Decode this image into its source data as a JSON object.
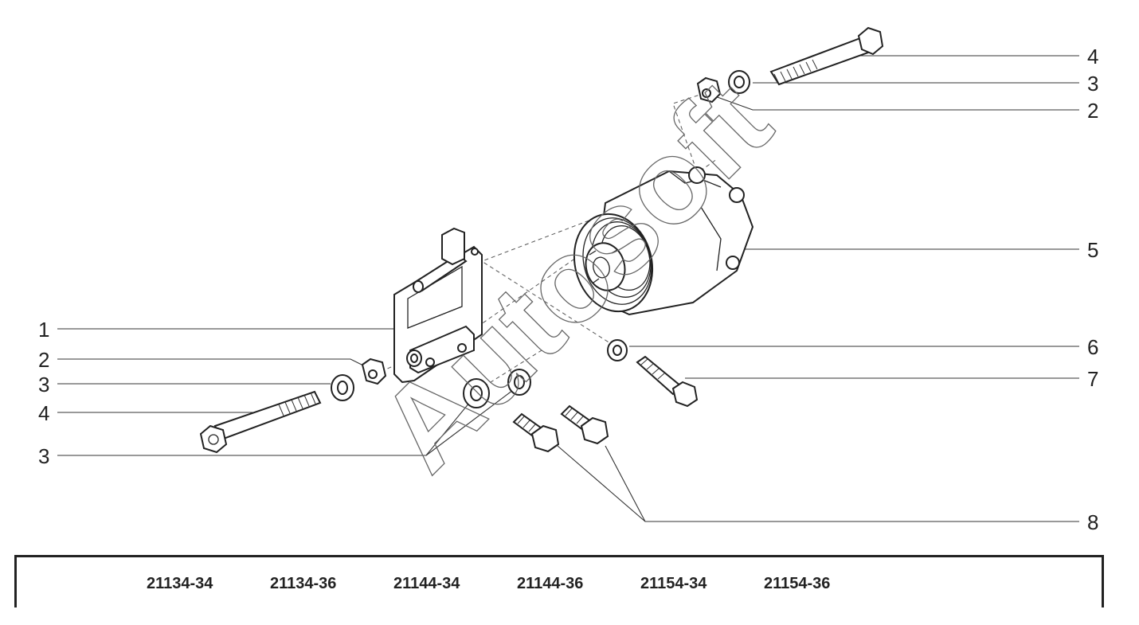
{
  "callouts": {
    "right": [
      "4",
      "3",
      "2",
      "5",
      "6",
      "7",
      "8"
    ],
    "left": [
      "1",
      "2",
      "3",
      "4",
      "3"
    ]
  },
  "watermark": {
    "text": "Autosoft"
  },
  "models": [
    "21134-34",
    "21134-36",
    "21144-34",
    "21144-36",
    "21154-34",
    "21154-36"
  ],
  "icons": {
    "compressor": "ac-compressor-icon",
    "bracket": "mounting-bracket-icon",
    "bolt": "hex-bolt-icon",
    "nut": "hex-nut-icon",
    "washer": "washer-icon"
  }
}
